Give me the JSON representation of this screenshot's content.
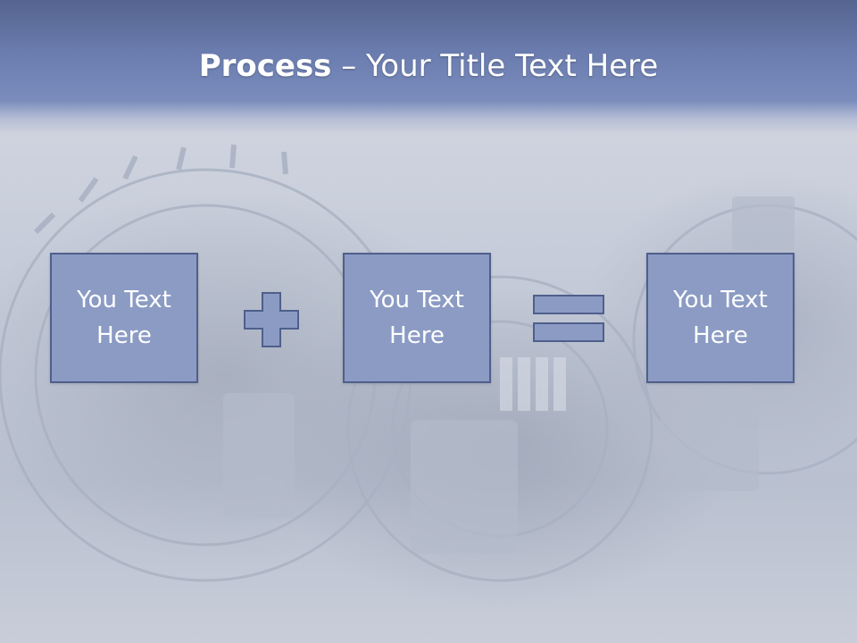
{
  "slide": {
    "title_bold": "Process",
    "title_rest": " – Your Title Text Here"
  },
  "process": {
    "items": [
      {
        "label": "You Text\nHere"
      },
      {
        "label": "You Text\nHere"
      },
      {
        "label": "You Text\nHere"
      }
    ],
    "operators": [
      "plus-icon",
      "equals-icon"
    ]
  },
  "colors": {
    "header": "#6b7daf",
    "box_fill": "#8b9bc4",
    "box_border": "#4f5f8c",
    "title_text": "#ffffff"
  }
}
